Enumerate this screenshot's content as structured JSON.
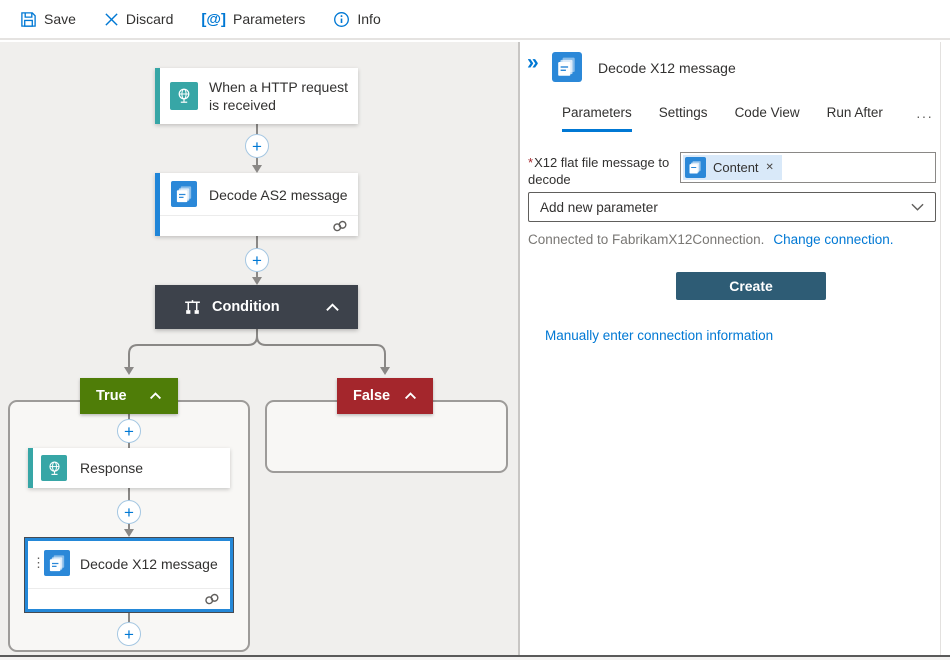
{
  "toolbar": {
    "save": "Save",
    "discard": "Discard",
    "parameters": "Parameters",
    "info": "Info"
  },
  "workflow": {
    "trigger_title": "When a HTTP request is received",
    "as2_title": "Decode AS2 message",
    "condition_title": "Condition",
    "true_label": "True",
    "false_label": "False",
    "response_title": "Response",
    "x12_title": "Decode X12 message"
  },
  "panel": {
    "title": "Decode X12 message",
    "tabs": [
      "Parameters",
      "Settings",
      "Code View",
      "Run After"
    ],
    "param_required": "*",
    "param_label": "X12 flat file message to decode",
    "token_label": "Content",
    "add_param_placeholder": "Add new parameter",
    "connected_text": "Connected to FabrikamX12Connection.",
    "change_connection_link": "Change connection.",
    "create_label": "Create",
    "manual_link": "Manually enter connection information"
  },
  "icons": {
    "parameters_glyph": "[@]",
    "collapse_glyph": "»",
    "kebab_glyph": "⋮",
    "more_tabs_glyph": "···",
    "plus_glyph": "+",
    "token_remove_glyph": "✕"
  },
  "colors": {
    "accent_blue": "#0078d4",
    "teal": "#37a6a6",
    "action_blue": "#2b88d8",
    "condition_dark": "#3d424b",
    "true_green": "#4f7d08",
    "false_red": "#a4262c",
    "create_button": "#2e5c75",
    "canvas_bg": "#f0efed"
  }
}
